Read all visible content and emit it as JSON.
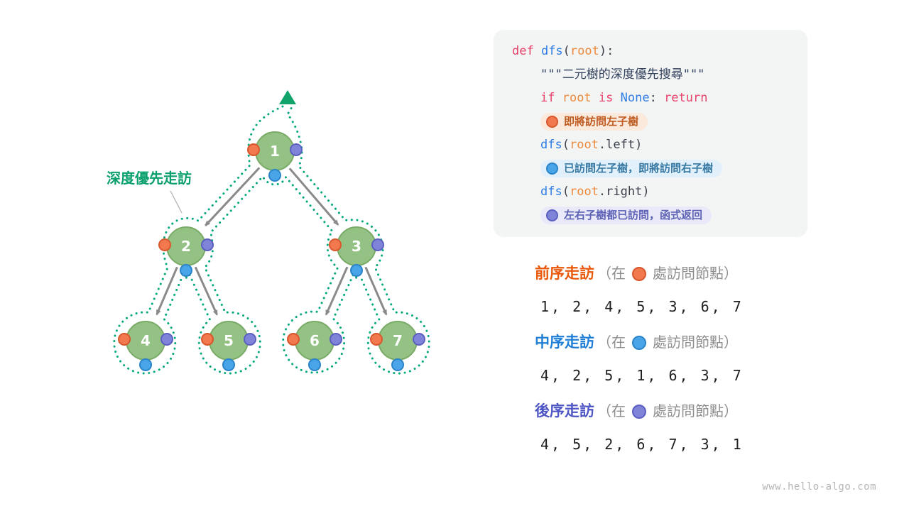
{
  "tree": {
    "label": "深度優先走訪",
    "nodes": [
      {
        "value": "1"
      },
      {
        "value": "2"
      },
      {
        "value": "3"
      },
      {
        "value": "4"
      },
      {
        "value": "5"
      },
      {
        "value": "6"
      },
      {
        "value": "7"
      }
    ]
  },
  "code": {
    "lines": [
      {
        "tokens": [
          {
            "t": "def ",
            "c": "kw"
          },
          {
            "t": "dfs",
            "c": "fn"
          },
          {
            "t": "(",
            "c": "pl"
          },
          {
            "t": "root",
            "c": "arg"
          },
          {
            "t": "):",
            "c": "pl"
          }
        ]
      },
      {
        "tokens": [
          {
            "t": "\"\"\"二元樹的深度優先搜尋\"\"\"",
            "c": "str"
          }
        ]
      },
      {
        "tokens": [
          {
            "t": "if ",
            "c": "kw"
          },
          {
            "t": "root ",
            "c": "arg"
          },
          {
            "t": "is ",
            "c": "kw"
          },
          {
            "t": "None",
            "c": "fn"
          },
          {
            "t": ": ",
            "c": "pl"
          },
          {
            "t": "return",
            "c": "kw"
          }
        ]
      },
      {
        "badge": {
          "text": "即將訪問左子樹"
        }
      },
      {
        "tokens": [
          {
            "t": "dfs",
            "c": "fn"
          },
          {
            "t": "(",
            "c": "pl"
          },
          {
            "t": "root",
            "c": "arg"
          },
          {
            "t": ".left)",
            "c": "pl"
          }
        ]
      },
      {
        "badge": {
          "text": "已訪問左子樹，即將訪問右子樹"
        }
      },
      {
        "tokens": [
          {
            "t": "dfs",
            "c": "fn"
          },
          {
            "t": "(",
            "c": "pl"
          },
          {
            "t": "root",
            "c": "arg"
          },
          {
            "t": ".right)",
            "c": "pl"
          }
        ]
      },
      {
        "badge": {
          "text": "左右子樹都已訪問，函式返回"
        }
      }
    ]
  },
  "traversals": [
    {
      "name": "前序走訪",
      "note_open": "（在",
      "note_close": "處訪問節點）",
      "sequence": "1, 2, 4, 5, 3, 6, 7"
    },
    {
      "name": "中序走訪",
      "note_open": "（在",
      "note_close": "處訪問節點）",
      "sequence": "4, 2, 5, 1, 6, 3, 7"
    },
    {
      "name": "後序走訪",
      "note_open": "（在",
      "note_close": "處訪問節點）",
      "sequence": "4, 5, 2, 6, 7, 3, 1"
    }
  ],
  "watermark": "www.hello-algo.com",
  "colors": {
    "dot_orange": "#f2784e",
    "dot_blue": "#4aa5e8",
    "dot_purple": "#8084d9",
    "node_green": "#93c284",
    "path_green": "#00a87c",
    "label_green": "#0aa06e",
    "preorder_label": "#e8590c",
    "inorder_label": "#1f7ed6",
    "postorder_label": "#4e55c5"
  }
}
